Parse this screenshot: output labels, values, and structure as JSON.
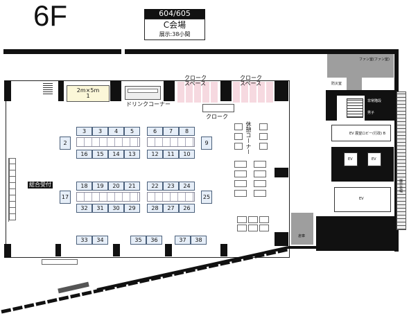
{
  "floor": "6F",
  "room": {
    "number": "604/605",
    "name": "C会場",
    "capacity": "展示:38小間"
  },
  "labels": {
    "booth_size": "2m×5m",
    "drink_corner": "ドリンクコーナー",
    "cloak_space_left": [
      "クローク",
      "スペース"
    ],
    "cloak_space_right": [
      "クローク",
      "スペース"
    ],
    "cloak": "クローク",
    "rest_corner": "休憩コーナー",
    "reception": "総合受付",
    "fan_room": "ファン室(ファン室)",
    "ev_lobby": "EV 展望ロビー(行政) B",
    "ev1": "EV",
    "ev2": "EV",
    "ev3": "EV",
    "small1": "防災室",
    "small2": "倉庫",
    "small3": "非常階段",
    "small4": "男子",
    "stairs_right": "展示会場"
  },
  "booths": [
    {
      "id": "1"
    },
    {
      "id": "2"
    },
    {
      "id": "3"
    },
    {
      "id": "3b"
    },
    {
      "id": "4"
    },
    {
      "id": "5"
    },
    {
      "id": "6"
    },
    {
      "id": "7"
    },
    {
      "id": "8"
    },
    {
      "id": "9"
    },
    {
      "id": "10"
    },
    {
      "id": "11"
    },
    {
      "id": "12"
    },
    {
      "id": "13"
    },
    {
      "id": "14"
    },
    {
      "id": "15"
    },
    {
      "id": "16"
    },
    {
      "id": "17"
    },
    {
      "id": "18"
    },
    {
      "id": "19"
    },
    {
      "id": "20"
    },
    {
      "id": "21"
    },
    {
      "id": "22"
    },
    {
      "id": "23"
    },
    {
      "id": "24"
    },
    {
      "id": "25"
    },
    {
      "id": "26"
    },
    {
      "id": "27"
    },
    {
      "id": "28"
    },
    {
      "id": "29"
    },
    {
      "id": "30"
    },
    {
      "id": "31"
    },
    {
      "id": "32"
    },
    {
      "id": "33"
    },
    {
      "id": "34"
    },
    {
      "id": "35"
    },
    {
      "id": "36"
    },
    {
      "id": "37"
    },
    {
      "id": "38"
    }
  ],
  "booth_labels": {
    "b1": "1",
    "b2": "2",
    "b3": "3",
    "b3b": "3",
    "b4": "4",
    "b5": "5",
    "b6": "6",
    "b7": "7",
    "b8": "8",
    "b9": "9",
    "b10": "10",
    "b11": "11",
    "b12": "12",
    "b13": "13",
    "b14": "14",
    "b15": "15",
    "b16": "16",
    "b17": "17",
    "b18": "18",
    "b19": "19",
    "b20": "20",
    "b21": "21",
    "b22": "22",
    "b23": "23",
    "b24": "24",
    "b25": "25",
    "b26": "26",
    "b27": "27",
    "b28": "28",
    "b29": "29",
    "b30": "30",
    "b31": "31",
    "b32": "32",
    "b33": "33",
    "b34": "34",
    "b35": "35",
    "b36": "36",
    "b37": "37",
    "b38": "38"
  }
}
